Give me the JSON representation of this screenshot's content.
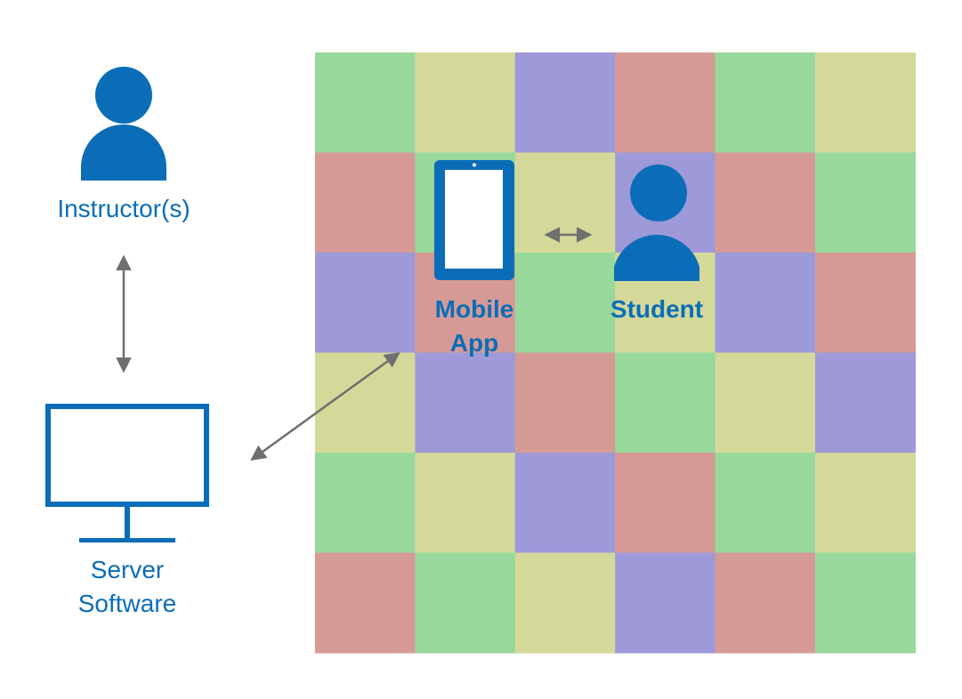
{
  "colors": {
    "accent": "#0b6db7",
    "arrow": "#6f6f6f",
    "palette": {
      "g": "#98d89a",
      "y": "#d4d99a",
      "p": "#9e99d8",
      "r": "#d69a96"
    }
  },
  "grid": {
    "rows": [
      [
        "g",
        "y",
        "p",
        "r",
        "g",
        "y"
      ],
      [
        "r",
        "g",
        "y",
        "p",
        "r",
        "g"
      ],
      [
        "p",
        "r",
        "g",
        "y",
        "p",
        "r"
      ],
      [
        "y",
        "p",
        "r",
        "g",
        "y",
        "p"
      ],
      [
        "g",
        "y",
        "p",
        "r",
        "g",
        "y"
      ],
      [
        "r",
        "g",
        "y",
        "p",
        "r",
        "g"
      ]
    ]
  },
  "icons": {
    "instructor": "person-icon",
    "student": "person-icon",
    "mobile": "tablet-icon",
    "server": "monitor-icon"
  },
  "labels": {
    "instructor": "Instructor(s)",
    "server_line1": "Server",
    "server_line2": "Software",
    "mobile_line1": "Mobile",
    "mobile_line2": "App",
    "student": "Student"
  }
}
